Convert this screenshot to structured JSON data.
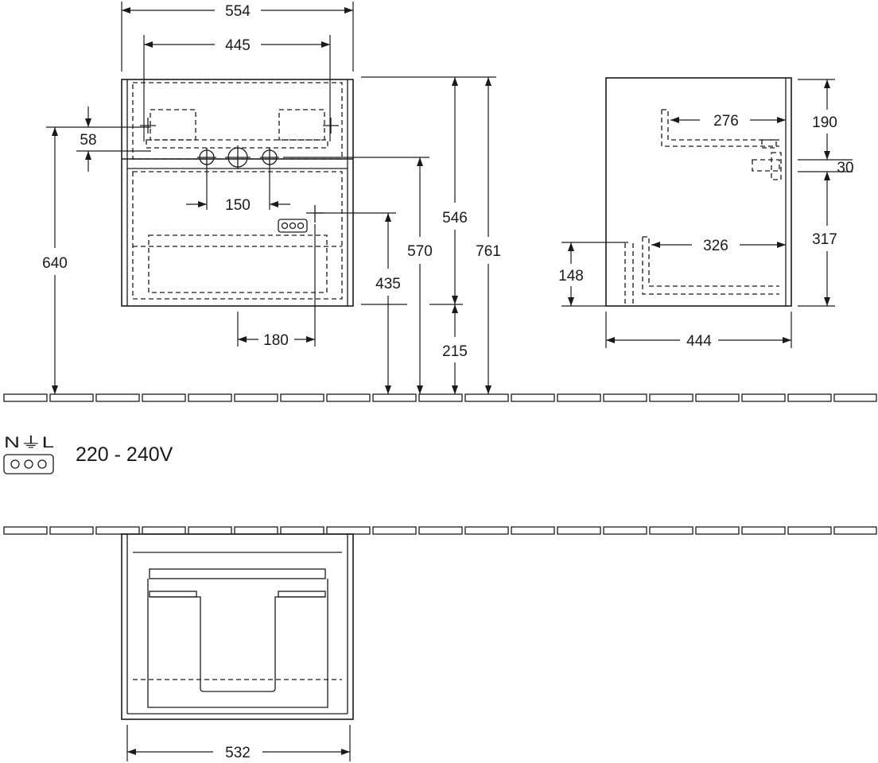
{
  "front_view": {
    "dim_overall_width": "554",
    "dim_basin_width": "445",
    "dim_offset_58": "58",
    "dim_tap_spacing": "150",
    "dim_outlet_offset": "180",
    "dim_socket_height": "640",
    "dim_drain_height": "435",
    "dim_supply_height": "570",
    "dim_body_height": "546",
    "dim_floor_gap": "215",
    "dim_total_height": "761"
  },
  "side_view": {
    "dim_top_drawer_depth": "276",
    "dim_top_section": "190",
    "dim_pipe": "30",
    "dim_bottom_drawer_depth": "326",
    "dim_lower_section": "317",
    "dim_siphon_height": "148",
    "dim_depth": "444"
  },
  "electrical": {
    "terminal_labels": "N⏚L",
    "voltage": "220 - 240V"
  },
  "top_view": {
    "dim_inner_width": "532"
  },
  "colors": {
    "line": "#1a1a1a",
    "background": "#ffffff"
  }
}
